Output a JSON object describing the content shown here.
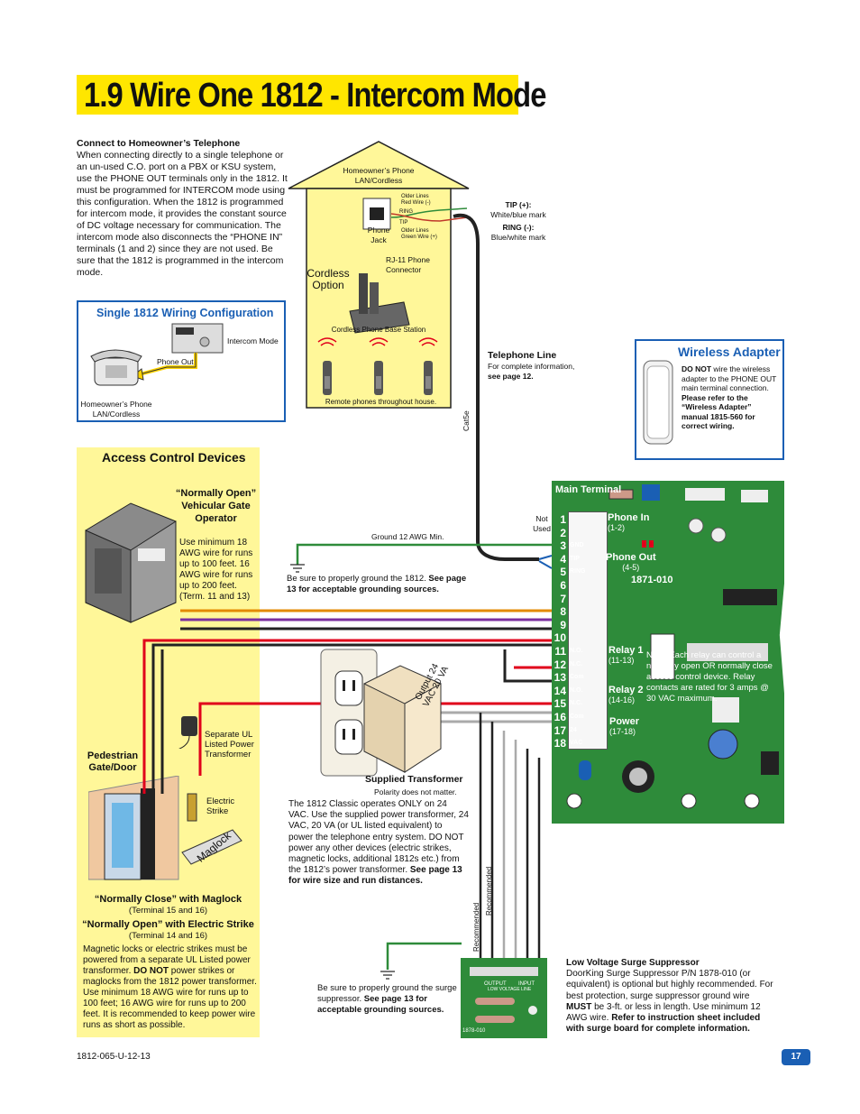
{
  "title": "1.9 Wire One 1812 - Intercom Mode",
  "homeowner": {
    "heading": "Connect to Homeowner’s Telephone",
    "body": "When connecting directly to a single telephone or an un-used C.O. port on a PBX or KSU system, use the PHONE OUT terminals only in the 1812. It must be programmed for INTERCOM mode using this configuration. When the 1812 is programmed for intercom mode, it provides the constant source of DC voltage necessary for communication. The intercom mode also disconnects the “PHONE IN” terminals (1 and 2) since they are not used. Be sure that the 1812 is programmed in the intercom mode."
  },
  "single_config": {
    "title": "Single 1812 Wiring Configuration",
    "intercom_mode": "Intercom Mode",
    "phone_out": "Phone Out",
    "homeowner_phone": "Homeowner’s Phone LAN/Cordless"
  },
  "house": {
    "label": "Homeowner’s Phone LAN/Cordless",
    "older_red": "Older Lines Red Wire (-)",
    "ring": "RING",
    "tip": "TIP",
    "older_green": "Older Lines Green Wire (+)",
    "phone_jack": "Phone Jack",
    "rj11": "RJ-11 Phone Connector",
    "cordless_option": "Cordless Option",
    "base_station": "Cordless Phone Base Station",
    "remote_phones": "Remote phones throughout house."
  },
  "tip_ring": {
    "tip_label": "TIP (+):",
    "tip_desc": "White/blue mark",
    "ring_label": "RING (-):",
    "ring_desc": "Blue/white mark"
  },
  "telephone_line": {
    "heading": "Telephone Line",
    "body": "For complete information,",
    "link": "see page 12."
  },
  "cat5e": "Cat5e",
  "wireless": {
    "title": "Wireless Adapter",
    "body_bold": "DO NOT",
    "body": " wire the wireless adapter to the PHONE OUT main terminal connection.",
    "ref": "Please refer to the “Wireless Adapter” manual 1815-560 for correct wiring."
  },
  "access": {
    "title": "Access Control Devices",
    "gate_title": "“Normally Open” Vehicular Gate Operator",
    "gate_body": "Use minimum 18 AWG wire for runs up to 100 feet. 16 AWG wire for runs up to 200 feet. (Term. 11 and 13)",
    "ped_title": "Pedestrian Gate/Door",
    "ps_label": "Separate UL Listed Power Transformer",
    "strike": "Electric Strike",
    "maglock": "Maglock",
    "nc_title": "“Normally Close” with Maglock",
    "nc_terms": "(Terminal 15 and 16)",
    "no_title": "“Normally Open” with Electric Strike",
    "no_terms": "(Terminal 14 and 16)",
    "note_a": "Magnetic locks or electric strikes must be powered from a separate UL Listed power transformer. ",
    "note_b": "DO NOT",
    "note_c": " power strikes or maglocks from the 1812 power transformer. Use minimum 18 AWG wire for runs up to 100 feet; 16 AWG wire for runs up to 200 feet. It is recommended to keep power wire runs as short as possible."
  },
  "ground": {
    "label": "Ground 12 AWG Min.",
    "note": "Be sure to properly ground the 1812. ",
    "note_bold": "See page 13 for acceptable grounding sources."
  },
  "not_used": "Not Used",
  "transformer": {
    "output": "Output 24 VAC 20 VA",
    "heading": "Supplied Transformer",
    "polarity": "Polarity does not matter.",
    "body_a": "The 1812 Classic operates ONLY on 24 VAC. Use the supplied power transformer, 24 VAC, 20 VA (or UL listed equivalent) to power the telephone entry system. DO NOT power any other devices (electric strikes, magnetic locks, additional 1812s etc.) from the 1812’s power transformer. ",
    "body_b": "See page 13 for wire size and run distances."
  },
  "recommended": "Recommended",
  "board": {
    "main_terminal": "Main Terminal",
    "terminals": [
      {
        "n": "1",
        "l": ""
      },
      {
        "n": "2",
        "l": ""
      },
      {
        "n": "3",
        "l": "GND"
      },
      {
        "n": "4",
        "l": "TIP"
      },
      {
        "n": "5",
        "l": "RING"
      },
      {
        "n": "6",
        "l": ""
      },
      {
        "n": "7",
        "l": ""
      },
      {
        "n": "8",
        "l": ""
      },
      {
        "n": "9",
        "l": ""
      },
      {
        "n": "10",
        "l": ""
      },
      {
        "n": "11",
        "l": "N.O."
      },
      {
        "n": "12",
        "l": "N.C."
      },
      {
        "n": "13",
        "l": "Com"
      },
      {
        "n": "14",
        "l": "N.O."
      },
      {
        "n": "15",
        "l": "N.C."
      },
      {
        "n": "16",
        "l": "Com"
      },
      {
        "n": "17",
        "l": "24"
      },
      {
        "n": "18",
        "l": "VAC"
      }
    ],
    "phone_in": "Phone In",
    "phone_in_t": "(1-2)",
    "phone_out": "Phone Out",
    "phone_out_t": "(4-5)",
    "board_id": "1871-010",
    "relay1": "Relay 1",
    "relay1_t": "(11-13)",
    "relay2": "Relay 2",
    "relay2_t": "(14-16)",
    "power": "Power",
    "power_t": "(17-18)",
    "relay_note": "Note: Each relay can control a normally open OR normally close access control device. Relay contacts are rated for 3 amps @ 30 VAC maximum."
  },
  "surge": {
    "heading": "Low Voltage Surge Suppressor",
    "body_a": "DoorKing Surge Suppressor P/N 1878-010 (or equivalent) is optional but highly recommended. For best protection, surge suppressor ground wire ",
    "body_b": "MUST",
    "body_c": " be 3-ft. or less in length. Use minimum 12 AWG wire. ",
    "body_d": "Refer to instruction sheet included with surge board for complete information.",
    "ground_a": "Be sure to properly ground the surge suppressor. ",
    "ground_b": "See page 13 for acceptable grounding sources.",
    "board_output": "OUTPUT",
    "board_input": "INPUT",
    "board_line": "LOW VOLTAGE LINE",
    "board_id": "1878-010"
  },
  "footer_code": "1812-065-U-12-13",
  "page_number": "17"
}
